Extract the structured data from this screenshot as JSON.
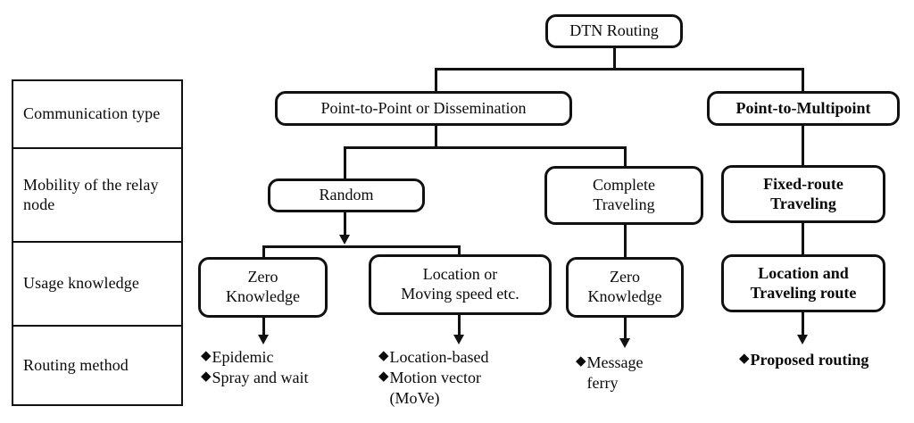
{
  "figure": {
    "title": "DTN Routing classification tree",
    "accent_color": "#111111",
    "background_color": "#ffffff"
  },
  "criteria_table": {
    "rows": [
      {
        "label": "Communication\ntype"
      },
      {
        "label": "Mobility of the\nrelay node"
      },
      {
        "label": "Usage knowledge"
      },
      {
        "label": "Routing method"
      }
    ]
  },
  "tree": {
    "root": {
      "label": "DTN Routing",
      "bold": false
    },
    "level1": [
      {
        "label": "Point-to-Point or Dissemination",
        "bold": false
      },
      {
        "label": "Point-to-Multipoint",
        "bold": true
      }
    ],
    "level2": [
      {
        "label": "Random",
        "bold": false
      },
      {
        "label": "Complete\nTraveling",
        "bold": false
      },
      {
        "label": "Fixed-route\nTraveling",
        "bold": true
      }
    ],
    "level3": [
      {
        "label": "Zero\nKnowledge",
        "bold": false
      },
      {
        "label": "Location or\nMoving speed etc.",
        "bold": false
      },
      {
        "label": "Zero\nKnowledge",
        "bold": false
      },
      {
        "label": "Location and\nTraveling route",
        "bold": true
      }
    ]
  },
  "methods": {
    "bullet_glyph": "◆",
    "groups": [
      {
        "bold": false,
        "items": [
          "Epidemic",
          "Spray and wait"
        ]
      },
      {
        "bold": false,
        "items": [
          "Location-based",
          "Motion vector\n  (MoVe)"
        ]
      },
      {
        "bold": false,
        "items": [
          "Message\n  ferry"
        ]
      },
      {
        "bold": true,
        "items": [
          "Proposed routing"
        ]
      }
    ]
  }
}
